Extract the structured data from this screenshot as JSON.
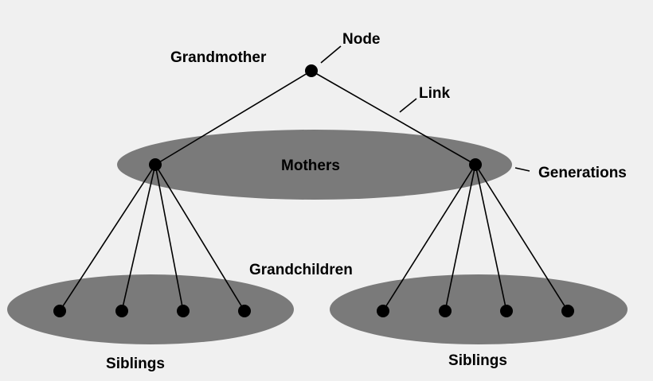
{
  "colors": {
    "background": "#f0f0f0",
    "generation_fill": "#7a7a7a",
    "node_fill": "#000000",
    "line": "#000000"
  },
  "labels": {
    "grandmother": "Grandmother",
    "node": "Node",
    "link": "Link",
    "mothers": "Mothers",
    "generations": "Generations",
    "grandchildren": "Grandchildren",
    "siblings_left": "Siblings",
    "siblings_right": "Siblings"
  }
}
